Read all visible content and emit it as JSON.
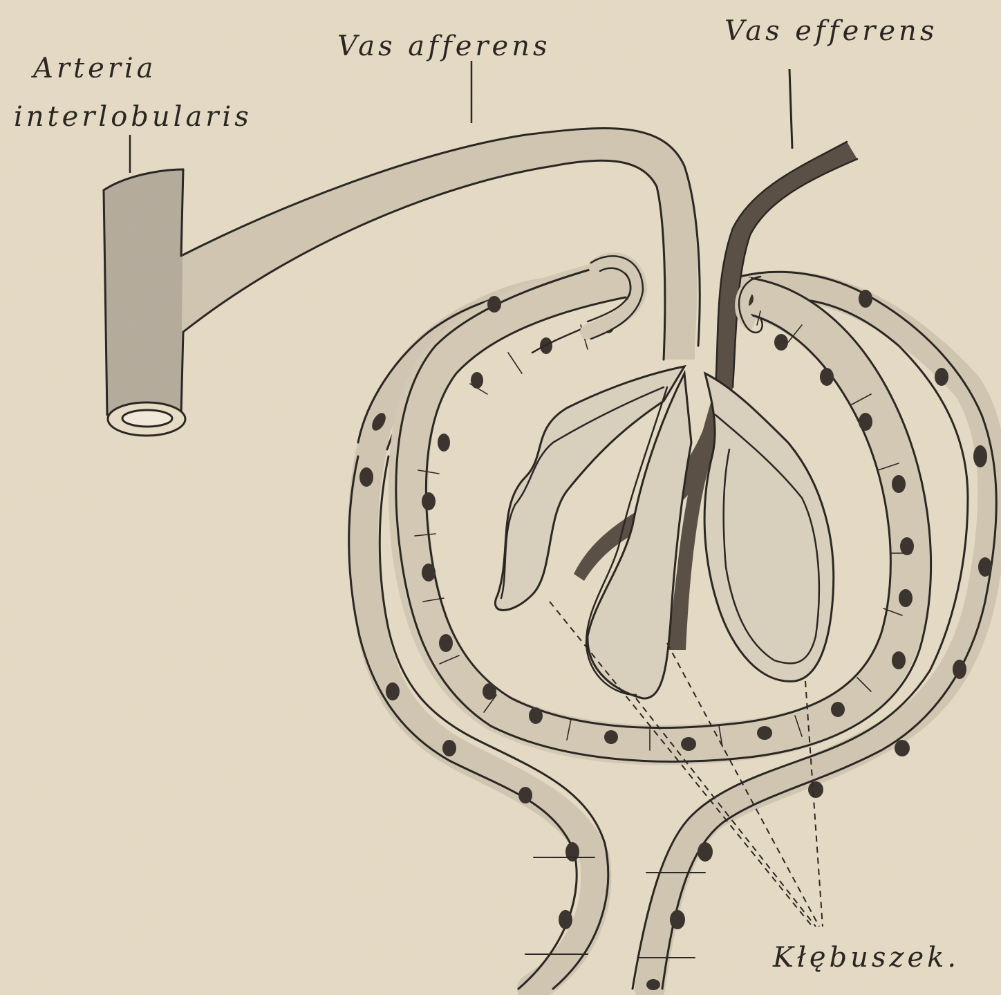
{
  "labels": {
    "arteria_line1": "Arteria",
    "arteria_line2": "interlobularis",
    "vas_afferens": "Vas afferens",
    "vas_efferens": "Vas efferens",
    "klebuszek": "Kłębuszek."
  },
  "colors": {
    "paper": "#e6dcc6",
    "vessel_fill": "#cfc5b1",
    "artery_shade": "#a89e8e",
    "efferent_vessel": "#5a5046",
    "ink": "#2b2723",
    "nucleus": "#3c342e"
  }
}
